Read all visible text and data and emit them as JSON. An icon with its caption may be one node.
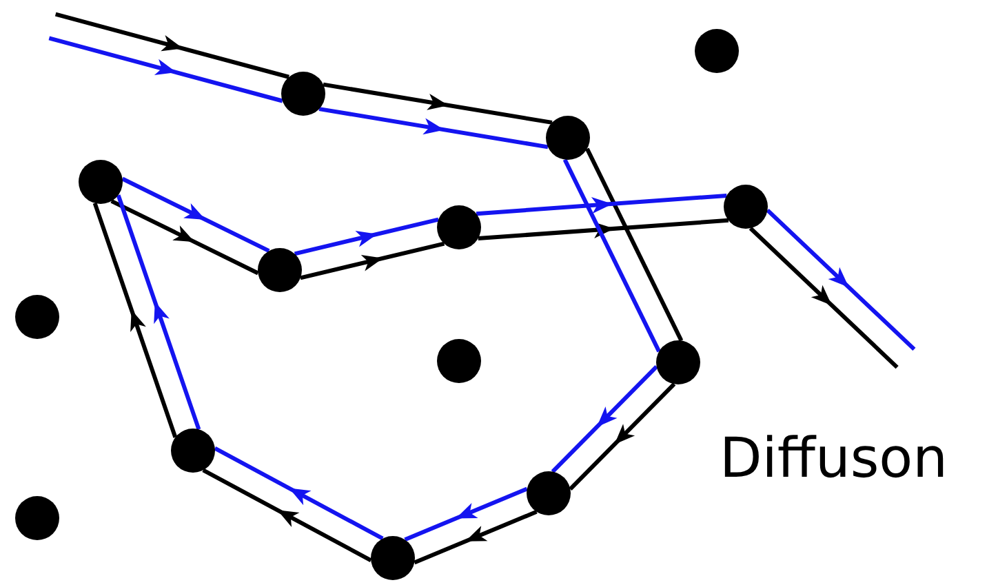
{
  "diagram": {
    "nodes": [
      {
        "text": [],
        "shape": "circle"
      },
      {
        "text": [],
        "shape": "circle"
      },
      {
        "text": [],
        "shape": "circle"
      },
      {
        "text": [],
        "shape": "circle"
      },
      {
        "text": [],
        "shape": "circle"
      },
      {
        "text": [],
        "shape": "circle"
      },
      {
        "text": [],
        "shape": "circle"
      },
      {
        "text": [],
        "shape": "circle"
      },
      {
        "text": [],
        "shape": "circle"
      },
      {
        "text": [],
        "shape": "circle"
      },
      {
        "text": [],
        "shape": "circle"
      },
      {
        "text": [],
        "shape": "circle"
      },
      {
        "text": [],
        "shape": "circle"
      },
      {
        "text": [],
        "shape": "circle"
      }
    ],
    "edges": [
      {
        "from": null,
        "to": 1,
        "arrow": "to"
      },
      {
        "from": 1,
        "to": 2,
        "arrow": "to"
      },
      {
        "from": 2,
        "to": 9,
        "arrow": "none"
      },
      {
        "from": 9,
        "to": 11,
        "arrow": "to"
      },
      {
        "from": 11,
        "to": 13,
        "arrow": "to"
      },
      {
        "from": 13,
        "to": 10,
        "arrow": "to"
      },
      {
        "from": 10,
        "to": 3,
        "arrow": "to"
      },
      {
        "from": 3,
        "to": 6,
        "arrow": "to"
      },
      {
        "from": 6,
        "to": 5,
        "arrow": "to"
      },
      {
        "from": 5,
        "to": 4,
        "arrow": "to"
      },
      {
        "from": 4,
        "to": null,
        "arrow": "to"
      },
      {
        "from": null,
        "to": 1,
        "arrow": "to",
        "color": "#1414f0"
      },
      {
        "from": 1,
        "to": 2,
        "arrow": "to",
        "color": "#1414f0"
      },
      {
        "from": 2,
        "to": 9,
        "arrow": "none",
        "color": "#1414f0"
      },
      {
        "from": 9,
        "to": 11,
        "arrow": "to",
        "color": "#1414f0"
      },
      {
        "from": 11,
        "to": 13,
        "arrow": "to",
        "color": "#1414f0"
      },
      {
        "from": 13,
        "to": 10,
        "arrow": "to",
        "color": "#1414f0"
      },
      {
        "from": 10,
        "to": 3,
        "arrow": "to",
        "color": "#1414f0"
      },
      {
        "from": 3,
        "to": 6,
        "arrow": "to",
        "color": "#1414f0"
      },
      {
        "from": 6,
        "to": 5,
        "arrow": "to",
        "color": "#1414f0"
      },
      {
        "from": 5,
        "to": 4,
        "arrow": "to",
        "color": "#1414f0"
      },
      {
        "from": 4,
        "to": null,
        "arrow": "to",
        "color": "#1414f0"
      }
    ],
    "labels": [
      "Diffuson"
    ]
  }
}
